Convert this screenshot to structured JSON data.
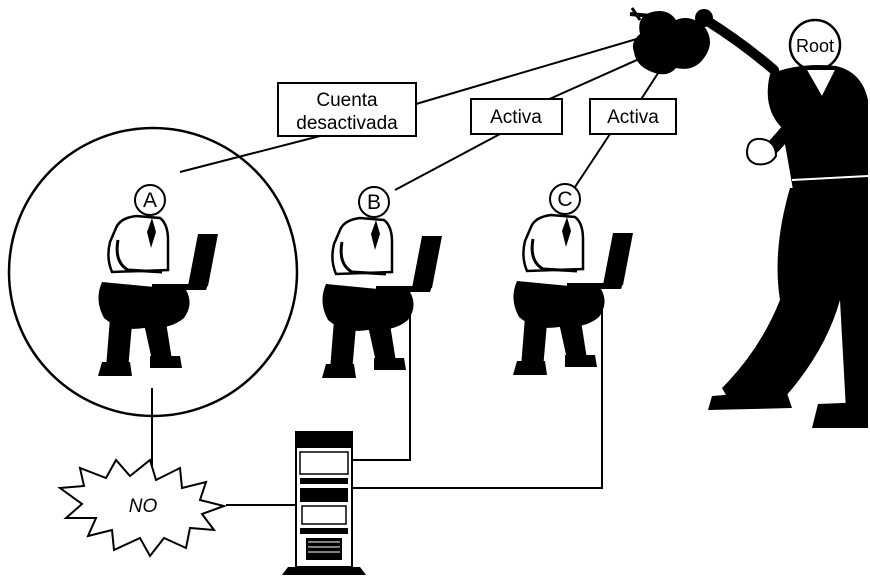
{
  "labels": {
    "account_disabled_line1": "Cuenta",
    "account_disabled_line2": "desactivada",
    "active_b": "Activa",
    "active_c": "Activa",
    "root": "Root",
    "no": "NO"
  },
  "users": [
    {
      "id": "A"
    },
    {
      "id": "B"
    },
    {
      "id": "C"
    }
  ],
  "icons": {
    "root_figure": "person-standing-icon",
    "key_ring": "keys-icon",
    "server": "server-tower-icon",
    "laptop_user": "person-laptop-icon",
    "explosion": "burst-icon"
  },
  "colors": {
    "ink": "#000000",
    "paper": "#ffffff"
  }
}
